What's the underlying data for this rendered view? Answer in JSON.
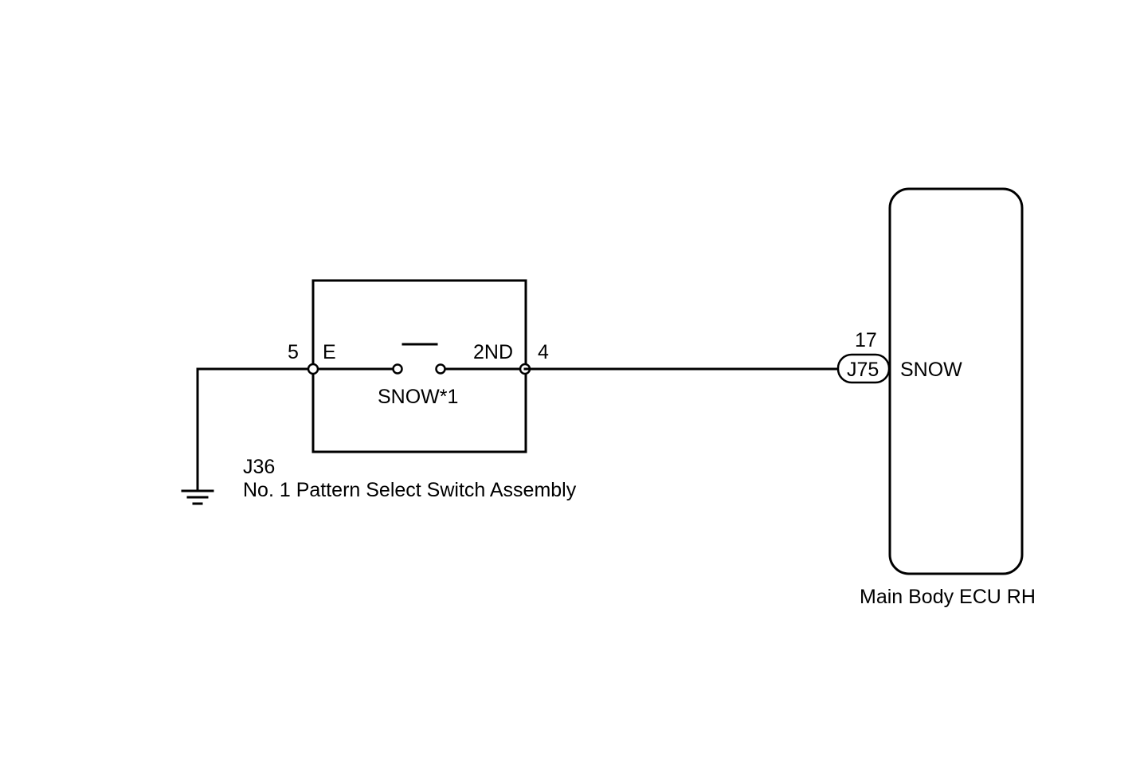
{
  "ground": {
    "symbol_icon": "ground-icon"
  },
  "switch_assembly": {
    "connector": "J36",
    "name": "No. 1 Pattern Select Switch Assembly",
    "left_pin_number": "5",
    "left_pin_name": "E",
    "right_pin_name": "2ND",
    "right_pin_number": "4",
    "switch_label": "SNOW*1"
  },
  "ecu": {
    "pin_number": "17",
    "connector": "J75",
    "signal_name": "SNOW",
    "name": "Main Body ECU RH"
  },
  "colors": {
    "line": "#000000",
    "background": "#ffffff"
  }
}
